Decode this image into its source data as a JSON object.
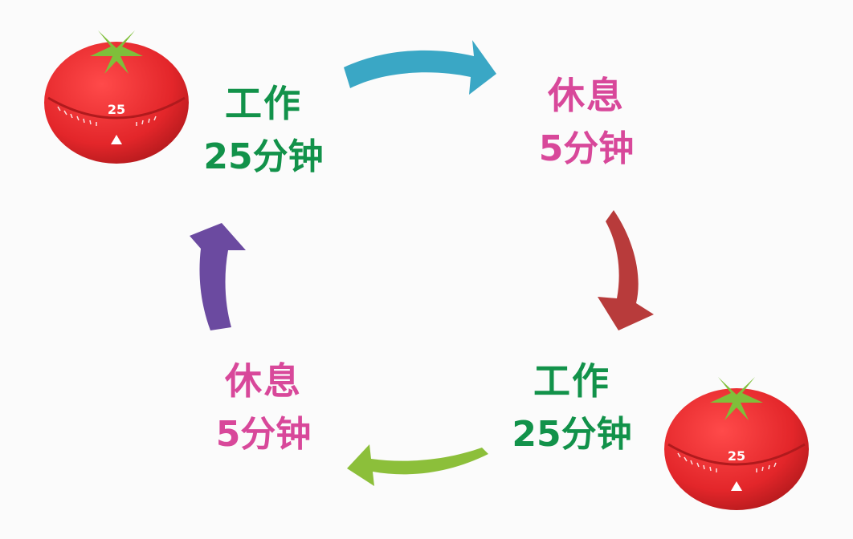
{
  "cycle": {
    "top_left": {
      "title": "工作",
      "duration": "25分钟"
    },
    "top_right": {
      "title": "休息",
      "duration": "5分钟"
    },
    "bottom_right": {
      "title": "工作",
      "duration": "25分钟"
    },
    "bottom_left": {
      "title": "休息",
      "duration": "5分钟"
    }
  },
  "timer_dial": {
    "number": "25"
  },
  "colors": {
    "work_text": "#12924a",
    "rest_text": "#d8489a",
    "arrow_top": "#3aa7c5",
    "arrow_right": "#b83b3b",
    "arrow_bottom": "#8cbf3a",
    "arrow_left": "#6b4aa0",
    "tomato_red": "#e3262a",
    "tomato_stem": "#7fbf3a"
  }
}
